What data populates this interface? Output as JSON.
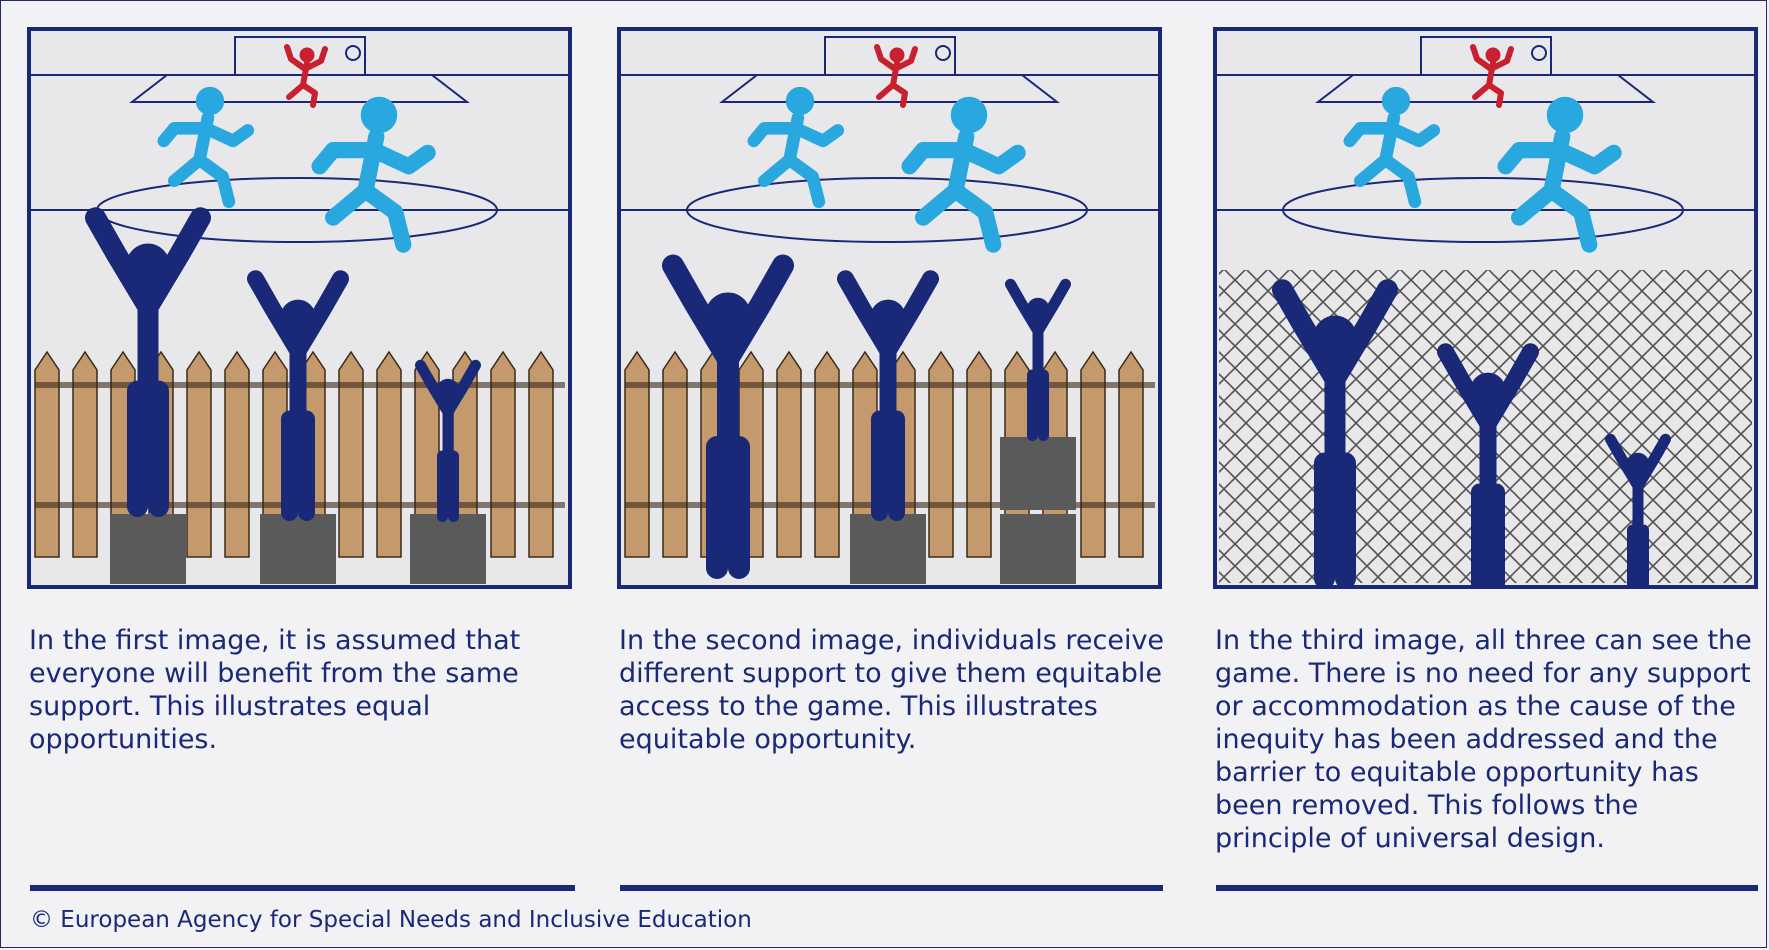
{
  "panels": [
    {
      "caption": "In the first image, it is assumed that everyone will benefit from the same support. This illustrates equal opportunities.",
      "barrier": "wooden-fence"
    },
    {
      "caption": "In the second image, individuals receive different support to give them equitable access to the game. This illustrates equitable opportunity.",
      "barrier": "wooden-fence"
    },
    {
      "caption": "In the third image, all three can see the game. There is no need for any support or accommodation as the cause of the inequity has been addressed and the barrier to equitable opportunity has been removed. This follows the principle of universal design.",
      "barrier": "chain-link-fence"
    }
  ],
  "copyright": "© European Agency for Special Needs and Inclusive Education",
  "colors": {
    "navy": "#1a2878",
    "player_blue": "#29a8e0",
    "goalkeeper_red": "#c8202f",
    "fence_wood": "#c49a6c",
    "box_grey": "#5a5a5a",
    "field_bg": "#e8e8eb"
  }
}
